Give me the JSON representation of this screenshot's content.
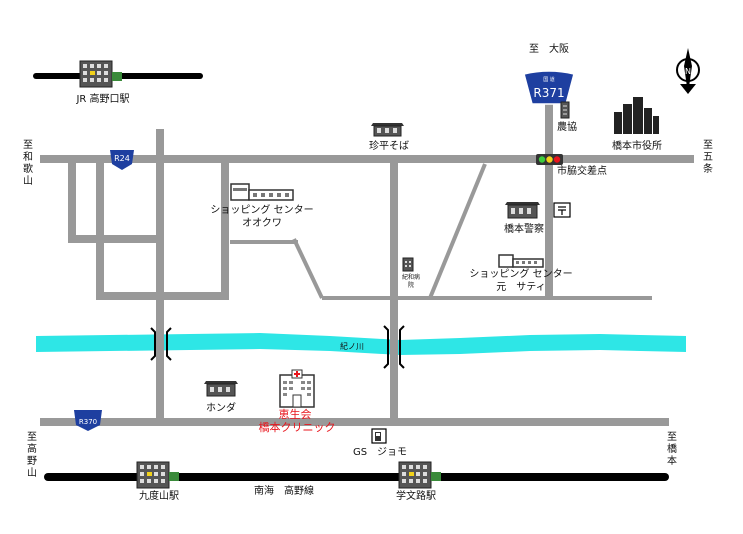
{
  "directions": {
    "top": "至　大阪",
    "left": "至和歌山",
    "right": "至五条",
    "bottom_left": "至高野山",
    "bottom_right": "至橋本"
  },
  "stations": {
    "jr_koyaguchi": "JR 高野口駅",
    "kudoyama": "九度山駅",
    "gakubunro": "学文路駅"
  },
  "rail_line": "南海　高野線",
  "route_shields": {
    "r371": "R371",
    "r371_top": "国 道",
    "r24": "R24",
    "r370": "R370"
  },
  "landmarks": {
    "noukyou": "農協",
    "city_hall": "橋本市役所",
    "chinpei_soba": "珍平そば",
    "intersection": "市脇交差点",
    "police": "橋本警察",
    "okuwa_line1": "ショッピング センター",
    "okuwa_line2": "オオクワ",
    "kinowa_hospital": "紀和病院",
    "satie_line1": "ショッピング センター",
    "satie_line2": "元　サティ",
    "river": "紀ノ川",
    "honda": "ホンダ",
    "clinic_line1": "恵生会",
    "clinic_line2": "橋本クリニック",
    "gas_station": "GS　ジョモ"
  },
  "compass": {
    "label": "N"
  },
  "colors": {
    "road": "#999999",
    "river": "#2ee6e6",
    "rail": "#000000",
    "shield": "#1e3fa0",
    "clinic_text": "#e8141c"
  }
}
